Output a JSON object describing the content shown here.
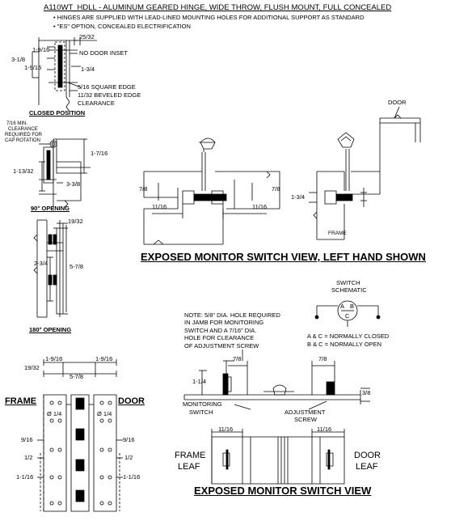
{
  "title": "A110WT_HDLL - ALUMINUM GEARED HINGE, WIDE THROW, FLUSH MOUNT, FULL CONCEALED",
  "notes": [
    "HINGES ARE SUPPLIED WITH LEAD-LINED MOUNTING HOLES FOR ADDITIONAL SUPPORT AS STANDARD",
    "\"ES\" OPTION, CONCEALED ELECTRIFICATION"
  ],
  "closed": {
    "d_25_32": "25/32",
    "d_1_9_16_a": "1-9/16",
    "d_3_1_8": "3-1/8",
    "d_1_9_16_b": "1-9/16",
    "no_door_inset": "NO DOOR INSET",
    "d_1_3_4": "1-3/4",
    "edge_1": "5/16 SQUARE EDGE",
    "edge_2": "11/32 BEVELED EDGE",
    "edge_3": "CLEARANCE",
    "label": "CLOSED POSITION"
  },
  "ninety": {
    "clear_1": "7/16 MIN.",
    "clear_2": "CLEARANCE",
    "clear_3": "REQUIRED FOR",
    "clear_4": "CAP ROTATION",
    "d_1_7_16": "1-7/16",
    "d_1_13_32": "1-13/32",
    "d_3_3_8": "3-3/8",
    "label": "90° OPENING"
  },
  "one_eighty": {
    "d_19_32": "19/32",
    "d_2_3_4": "2-3/4",
    "d_5_7_8": "5-7/8",
    "label": "180° OPENING"
  },
  "monitor_left": {
    "door": "DOOR",
    "d_7_8_a": "7/8",
    "d_7_8_b": "7/8",
    "d_11_16_a": "11/16",
    "d_11_16_b": "11/16",
    "d_1_3_4": "1-3/4",
    "frame": "FRAME",
    "caption": "EXPOSED MONITOR SWITCH VIEW, LEFT HAND SHOWN"
  },
  "schematic": {
    "title_1": "SWITCH",
    "title_2": "SCHEMATIC",
    "a": "A",
    "b": "B",
    "c": "C",
    "nc": "A & C = NORMALLY CLOSED",
    "no": "B & C = NORMALLY OPEN"
  },
  "monitor": {
    "note_1": "NOTE: 5/8\" DIA. HOLE REQUIRED",
    "note_2": "IN JAMB FOR MONITORING",
    "note_3": "SWITCH AND A 7/16\" DIA.",
    "note_4": "HOLE FOR CLEARANCE",
    "note_5": "OF ADJUSTMENT SCREW",
    "d_7_8_a": "7/8",
    "d_7_8_b": "7/8",
    "d_1_1_4": "1-1/4",
    "d_3_8": "3/8",
    "monitoring_1": "MONITORING",
    "monitoring_2": "SWITCH",
    "adjust_1": "ADJUSTMENT",
    "adjust_2": "SCREW",
    "d_11_16_a": "11/16",
    "d_11_16_b": "11/16",
    "frame_1": "FRAME",
    "frame_2": "LEAF",
    "door_1": "DOOR",
    "door_2": "LEAF",
    "caption": "EXPOSED MONITOR SWITCH VIEW"
  },
  "elevation": {
    "d_1_9_16_a": "1-9/16",
    "d_1_9_16_b": "1-9/16",
    "d_19_32": "19/32",
    "d_5_7_8": "5-7/8",
    "frame": "FRAME",
    "door": "DOOR",
    "dia_a": "Ø 1/4",
    "dia_b": "Ø 1/4",
    "d_9_16_a": "9/16",
    "d_9_16_b": "9/16",
    "d_1_2_a": "1/2",
    "d_1_2_b": "1/2",
    "d_1_1_16_a": "1-1/16",
    "d_1_1_16_b": "1-1/16"
  }
}
